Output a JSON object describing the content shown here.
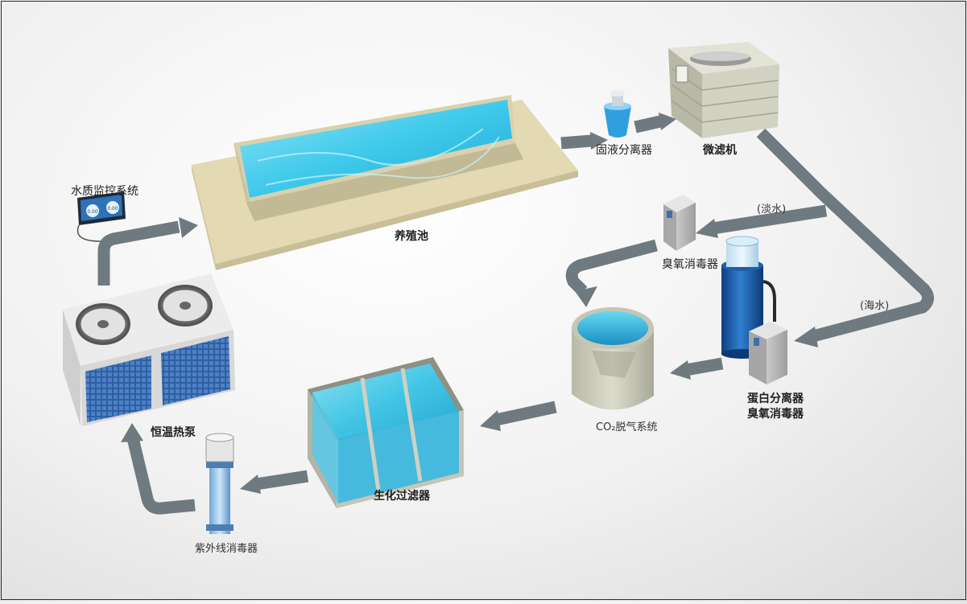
{
  "labels": {
    "aquaculture_pond": "养殖池",
    "solid_liquid_separator": "固液分离器",
    "micro_filter": "微滤机",
    "freshwater": "(淡水)",
    "seawater": "(海水)",
    "ozone_sterilizer_top": "臭氧消毒器",
    "protein_skimmer_line1": "蛋白分离器",
    "protein_skimmer_line2": "臭氧消毒器",
    "co2_degassing": "CO₂脱气系统",
    "biochemical_filter": "生化过滤器",
    "uv_sterilizer": "紫外线消毒器",
    "heat_pump": "恒温热泵",
    "water_quality_monitor": "水质监控系统"
  },
  "monitor_readouts": [
    "0.00",
    "0.00"
  ],
  "colors": {
    "arrow": "#6f7a80",
    "water": "#3fc9ea",
    "pond_base": "#e6dcb8",
    "pond_wall": "#d4cba8",
    "tank": "#cfcfbf",
    "skimmer_blue": "#1f5fa8"
  }
}
